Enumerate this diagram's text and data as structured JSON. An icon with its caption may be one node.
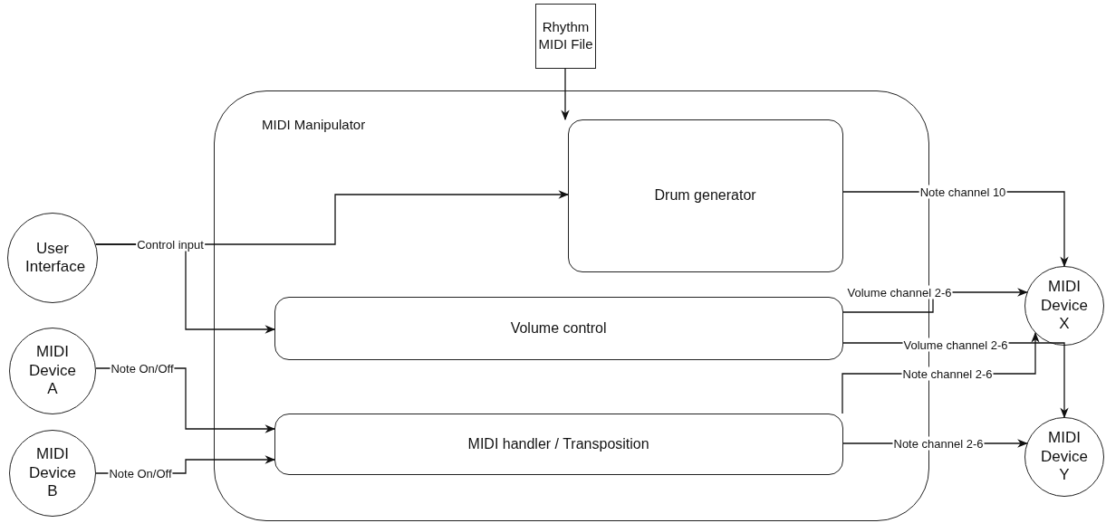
{
  "diagram": {
    "nodes": [
      {
        "text": [
          "Rhythm MIDI File"
        ]
      },
      {
        "text": [
          "MIDI Manipulator"
        ]
      },
      {
        "text": [
          "Drum generator"
        ],
        "in": 1
      },
      {
        "text": [
          "Volume control"
        ],
        "in": 1
      },
      {
        "text": [
          "MIDI handler / Transposition"
        ],
        "in": 1
      },
      {
        "text": [
          "User Interface"
        ]
      },
      {
        "text": [
          "MIDI Device A"
        ]
      },
      {
        "text": [
          "MIDI Device B"
        ]
      },
      {
        "text": [
          "MIDI Device X"
        ]
      },
      {
        "text": [
          "MIDI Device Y"
        ]
      }
    ],
    "edges": [
      {
        "from": 0,
        "to": 2,
        "arrow": "to"
      },
      {
        "from": 5,
        "to": 2,
        "arrow": "to",
        "label": "Control input"
      },
      {
        "from": 5,
        "to": 3,
        "arrow": "to"
      },
      {
        "from": 6,
        "to": 4,
        "arrow": "to",
        "label": "Note On/Off"
      },
      {
        "from": 7,
        "to": 4,
        "arrow": "to",
        "label": "Note On/Off"
      },
      {
        "from": 2,
        "to": 8,
        "arrow": "to",
        "label": "Note channel 10"
      },
      {
        "from": 3,
        "to": 8,
        "arrow": "to",
        "label": "Volume channel 2-6"
      },
      {
        "from": 3,
        "to": 9,
        "arrow": "to",
        "label": "Volume channel 2-6"
      },
      {
        "from": 4,
        "to": 8,
        "arrow": "to",
        "label": "Note channel 2-6"
      },
      {
        "from": 4,
        "to": 9,
        "arrow": "to",
        "label": "Note channel 2-6"
      }
    ]
  }
}
